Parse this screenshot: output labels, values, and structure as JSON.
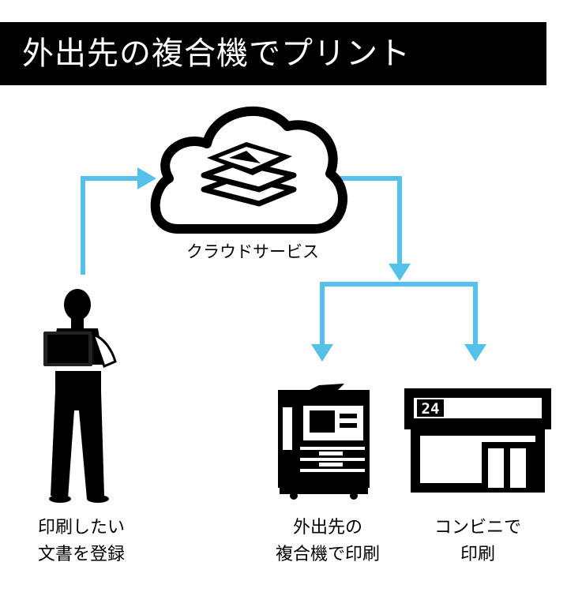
{
  "title": "外出先の複合機でプリント",
  "colors": {
    "arrow": "#55c1ea",
    "ink": "#000000",
    "background": "#ffffff"
  },
  "nodes": {
    "cloud": {
      "label": "クラウドサービス",
      "icon": "cloud-documents-icon"
    },
    "user": {
      "lines": [
        "印刷したい",
        "文書を登録"
      ],
      "icon": "businessman-laptop-icon"
    },
    "printer": {
      "lines": [
        "外出先の",
        "複合機で印刷"
      ],
      "icon": "multifunction-printer-icon"
    },
    "convenience_store": {
      "lines": [
        "コンビニで",
        "印刷"
      ],
      "icon": "convenience-store-icon",
      "sign_text": "24"
    }
  }
}
